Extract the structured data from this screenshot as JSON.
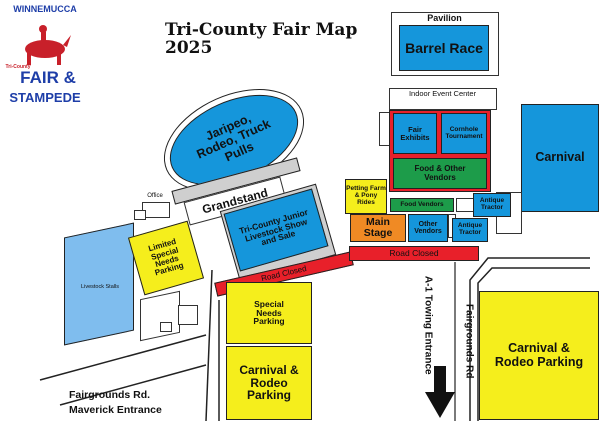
{
  "logo": {
    "line1": "WINNEMUCCA",
    "line2": "Tri-County",
    "line3": "FAIR &",
    "line4": "STAMPEDE"
  },
  "title": "Tri-County Fair Map 2025",
  "pavilion": {
    "label": "Pavilion",
    "name": "Barrel Race"
  },
  "arena": "Jaripeo, Rodeo, Truck Pulls",
  "grandstand": "Grandstand",
  "office": "Office",
  "indoor_event_center": "Indoor Event Center",
  "fair_exhibits": "Fair Exhibits",
  "cornhole": "Cornhole Tournament",
  "food_other_vendors": "Food & Other Vendors",
  "food_vendors": "Food Vendors",
  "antique_tractor_top": "Antique Tractor",
  "antique_tractor_bottom": "Antique Tractor",
  "other_vendors": "Other Vendors",
  "main_stage": "Main Stage",
  "petting_farm": "Petting Farm & Pony Rides",
  "carnival_right": "Carnival",
  "livestock_show": "Tri-County Junior Livestock Show and Sale",
  "livestock_stalls": "Livestock Stalls",
  "limited_parking": "Limited Special Needs Parking",
  "special_parking": "Special Needs Parking",
  "carnival_parking_left": "Carnival & Rodeo Parking",
  "carnival_parking_right": "Carnival & Rodeo Parking",
  "road_closed_left": "Road Closed",
  "road_closed_right": "Road Closed",
  "a1_entrance": "A-1 Towing Entrance",
  "fairgrounds_rd": "Fairgrounds Rd",
  "maverick_line1": "Fairgrounds Rd.",
  "maverick_line2": "Maverick Entrance",
  "colors": {
    "blue": "#1596db",
    "yellow": "#f5ee1c",
    "green": "#1d9c4a",
    "orange": "#f08a24",
    "red": "#e8202a"
  }
}
